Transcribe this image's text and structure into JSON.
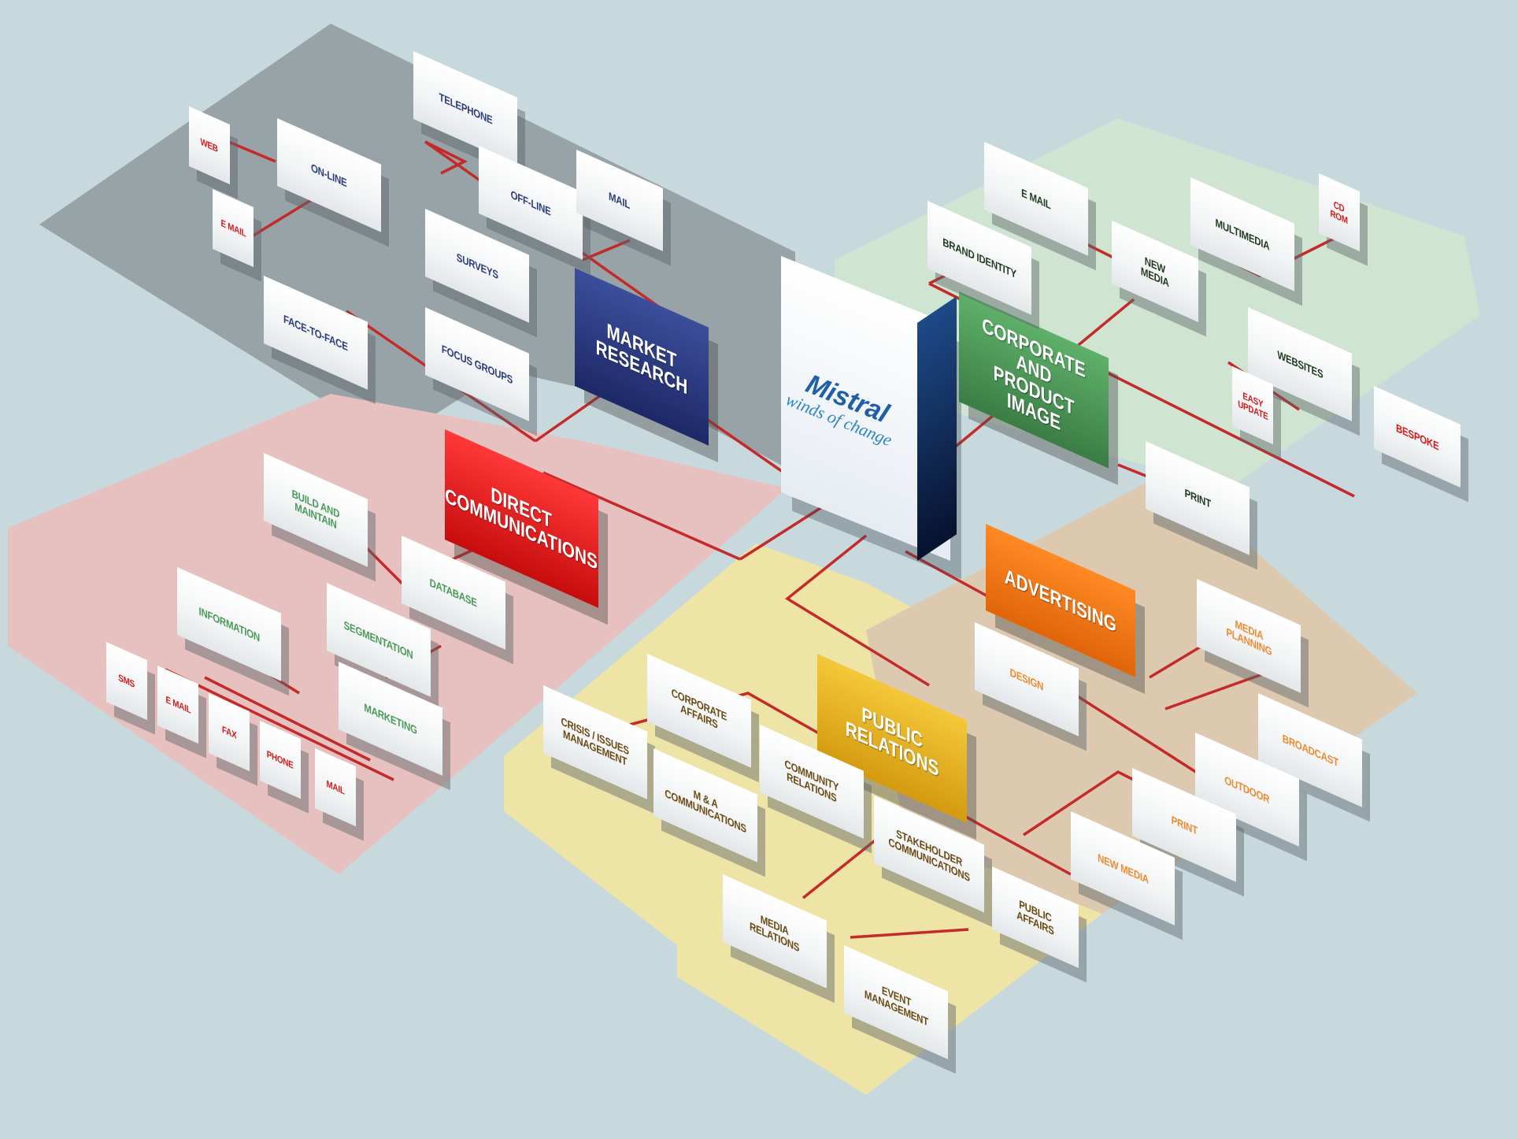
{
  "diagram": {
    "hub": {
      "name": "Mistral",
      "tagline": "winds of change"
    },
    "market_research": {
      "title": "MARKET\nRESEARCH",
      "items": [
        "TELEPHONE",
        "WEB",
        "ON-LINE",
        "E MAIL",
        "OFF-LINE",
        "MAIL",
        "SURVEYS",
        "FACE-TO-FACE",
        "FOCUS GROUPS"
      ]
    },
    "corporate_image": {
      "title": "CORPORATE AND\nPRODUCT IMAGE",
      "items": [
        "E MAIL",
        "BRAND IDENTITY",
        "MULTIMEDIA",
        "CD\nROM",
        "NEW\nMEDIA",
        "WEBSITES",
        "EASY\nUPDATE",
        "BESPOKE",
        "PRINT"
      ]
    },
    "direct_communications": {
      "title": "DIRECT\nCOMMUNICATIONS",
      "items": [
        "BUILD AND\nMAINTAIN",
        "DATABASE",
        "INFORMATION",
        "SEGMENTATION",
        "SMS",
        "E MAIL",
        "FAX",
        "PHONE",
        "MAIL",
        "MARKETING"
      ]
    },
    "public_relations": {
      "title": "PUBLIC\nRELATIONS",
      "items": [
        "CORPORATE\nAFFAIRS",
        "CRISIS / ISSUES\nMANAGEMENT",
        "M & A\nCOMMUNICATIONS",
        "COMMUNITY\nRELATIONS",
        "STAKEHOLDER\nCOMMUNICATIONS",
        "MEDIA\nRELATIONS",
        "PUBLIC\nAFFAIRS",
        "EVENT\nMANAGEMENT"
      ]
    },
    "advertising": {
      "title": "ADVERTISING",
      "items": [
        "DESIGN",
        "MEDIA\nPLANNING",
        "BROADCAST",
        "OUTDOOR",
        "PRINT",
        "NEW MEDIA"
      ]
    },
    "colors": {
      "background": "#c8d9de",
      "market_research_zone": "#97a3a7",
      "corporate_zone": "#cfe5d2",
      "direct_zone": "#e6c1bf",
      "pr_zone": "#eee4a6",
      "advertising_zone": "#ddc9b0",
      "connector": "#c42a2a",
      "market_research_box": "#2b3b86",
      "corporate_box": "#4f9a5a",
      "direct_box": "#e01e1e",
      "pr_box": "#e2b020",
      "advertising_box": "#f57a1a"
    }
  }
}
